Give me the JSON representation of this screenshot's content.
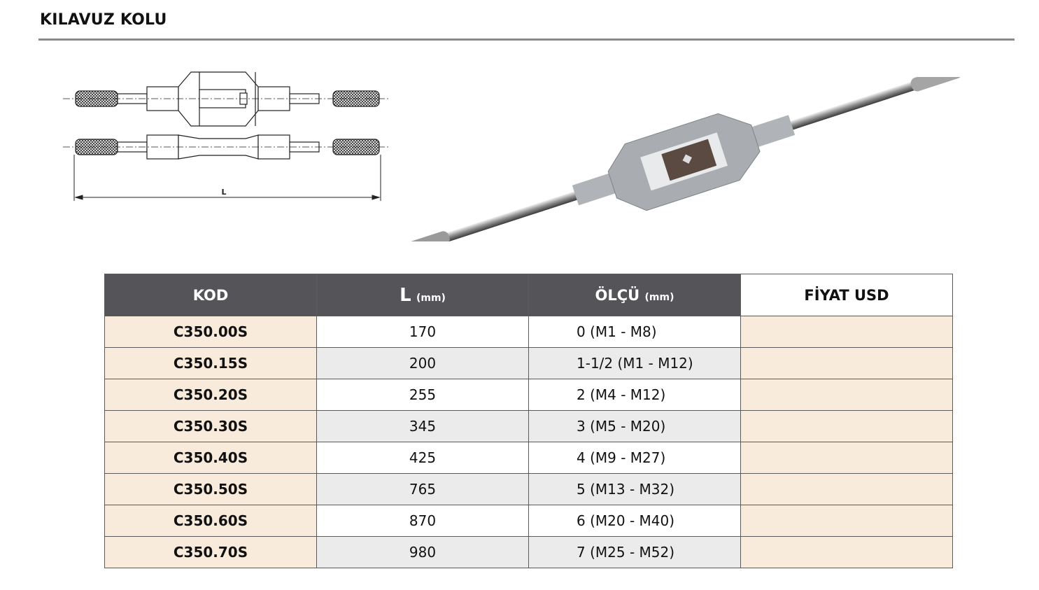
{
  "title": "KILAVUZ KOLU",
  "drawing": {
    "dimension_label": "L"
  },
  "table": {
    "headers": {
      "kod": "KOD",
      "l": "L",
      "l_unit": "(mm)",
      "size": "ÖLÇÜ",
      "size_unit": "(mm)",
      "price": "FİYAT USD"
    },
    "rows": [
      {
        "kod": "C350.00S",
        "l": "170",
        "size": "0 (M1 - M8)",
        "price": ""
      },
      {
        "kod": "C350.15S",
        "l": "200",
        "size": "1-1/2 (M1 - M12)",
        "price": ""
      },
      {
        "kod": "C350.20S",
        "l": "255",
        "size": "2 (M4 - M12)",
        "price": ""
      },
      {
        "kod": "C350.30S",
        "l": "345",
        "size": "3 (M5 - M20)",
        "price": ""
      },
      {
        "kod": "C350.40S",
        "l": "425",
        "size": "4 (M9 - M27)",
        "price": ""
      },
      {
        "kod": "C350.50S",
        "l": "765",
        "size": "5 (M13 - M32)",
        "price": ""
      },
      {
        "kod": "C350.60S",
        "l": "870",
        "size": "6 (M20 - M40)",
        "price": ""
      },
      {
        "kod": "C350.70S",
        "l": "980",
        "size": "7 (M25 - M52)",
        "price": ""
      }
    ]
  }
}
